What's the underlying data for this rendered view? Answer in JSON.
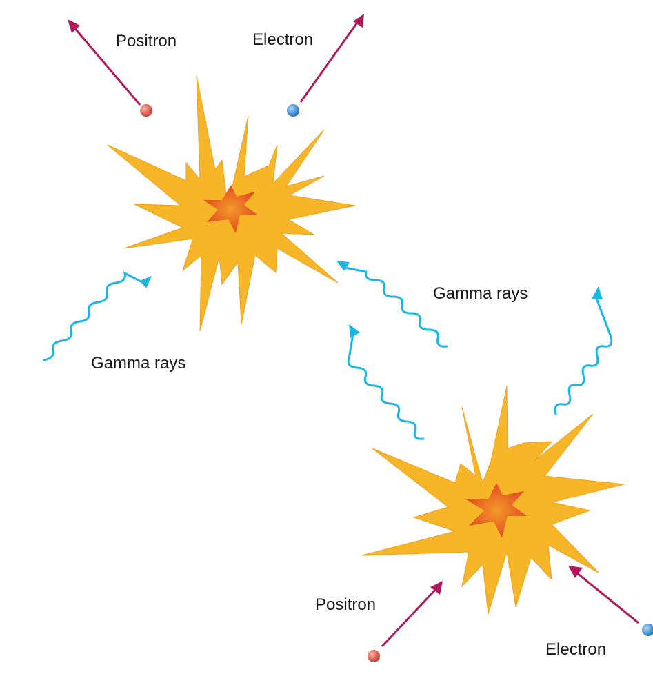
{
  "colors": {
    "positron": "#d94a3a",
    "electron": "#2f86d0",
    "arrow": "#b0185a",
    "gamma": "#19b7e6",
    "burst_outer": "#f7b528",
    "burst_inner": "#e24a1e"
  },
  "upper_event": {
    "positron_label": "Positron",
    "electron_label": "Electron",
    "gamma_label": "Gamma rays"
  },
  "lower_event": {
    "positron_label": "Positron",
    "electron_label": "Electron",
    "gamma_label": "Gamma rays"
  }
}
